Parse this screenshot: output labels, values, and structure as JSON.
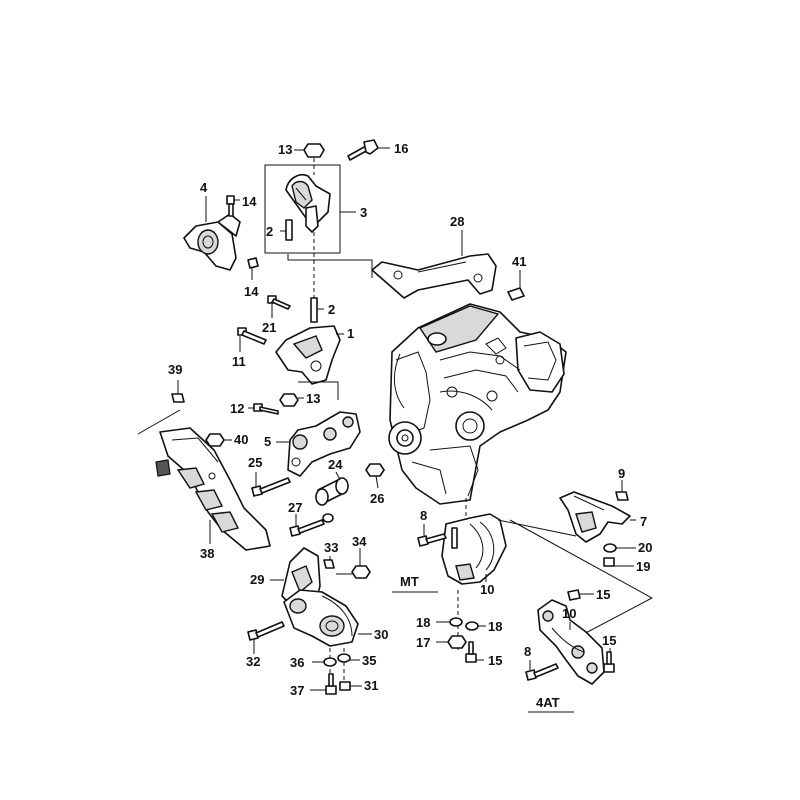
{
  "callouts": [
    {
      "id": "c13a",
      "text": "13"
    },
    {
      "id": "c16",
      "text": "16"
    },
    {
      "id": "c4",
      "text": "4"
    },
    {
      "id": "c14a",
      "text": "14"
    },
    {
      "id": "c3",
      "text": "3"
    },
    {
      "id": "c2a",
      "text": "2"
    },
    {
      "id": "c14b",
      "text": "14"
    },
    {
      "id": "c28",
      "text": "28"
    },
    {
      "id": "c41",
      "text": "41"
    },
    {
      "id": "c2b",
      "text": "2"
    },
    {
      "id": "c21",
      "text": "21"
    },
    {
      "id": "c1",
      "text": "1"
    },
    {
      "id": "c11",
      "text": "11"
    },
    {
      "id": "c39",
      "text": "39"
    },
    {
      "id": "c12",
      "text": "12"
    },
    {
      "id": "c13b",
      "text": "13"
    },
    {
      "id": "c5",
      "text": "5"
    },
    {
      "id": "c40",
      "text": "40"
    },
    {
      "id": "c25",
      "text": "25"
    },
    {
      "id": "c24",
      "text": "24"
    },
    {
      "id": "c26",
      "text": "26"
    },
    {
      "id": "c27",
      "text": "27"
    },
    {
      "id": "c9",
      "text": "9"
    },
    {
      "id": "c7",
      "text": "7"
    },
    {
      "id": "c8a",
      "text": "8"
    },
    {
      "id": "c20",
      "text": "20"
    },
    {
      "id": "c19",
      "text": "19"
    },
    {
      "id": "c38",
      "text": "38"
    },
    {
      "id": "c33",
      "text": "33"
    },
    {
      "id": "c34",
      "text": "34"
    },
    {
      "id": "c29",
      "text": "29"
    },
    {
      "id": "c10a",
      "text": "10"
    },
    {
      "id": "c15a",
      "text": "15"
    },
    {
      "id": "c10b",
      "text": "10"
    },
    {
      "id": "c18a",
      "text": "18"
    },
    {
      "id": "c18b",
      "text": "18"
    },
    {
      "id": "c17",
      "text": "17"
    },
    {
      "id": "c15b",
      "text": "15"
    },
    {
      "id": "c15c",
      "text": "15"
    },
    {
      "id": "c30",
      "text": "30"
    },
    {
      "id": "c32",
      "text": "32"
    },
    {
      "id": "c36",
      "text": "36"
    },
    {
      "id": "c35",
      "text": "35"
    },
    {
      "id": "c37",
      "text": "37"
    },
    {
      "id": "c31",
      "text": "31"
    },
    {
      "id": "c8b",
      "text": "8"
    }
  ],
  "variants": {
    "mt": "MT",
    "at": "4AT"
  }
}
